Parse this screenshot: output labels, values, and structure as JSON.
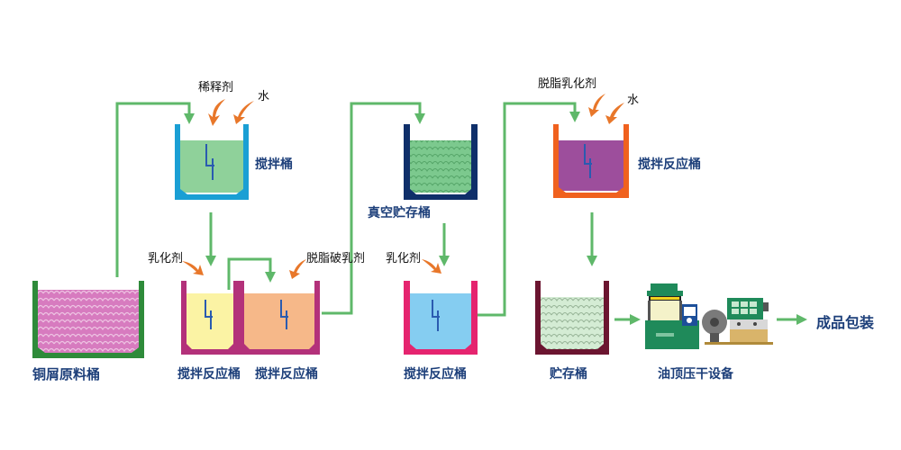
{
  "title": "铜屑处理工艺流程图",
  "colors": {
    "flow_arrow": "#5fb86a",
    "input_arrow": "#e8772a",
    "label_text": "#1d3f7a"
  },
  "tanks": {
    "raw": {
      "label": "铜屑原料桶",
      "wall": "#2e8b3a",
      "fill": "#d77bbf"
    },
    "mix": {
      "label": "搅拌桶",
      "wall": "#1a9fd4",
      "fill": "#8fd19a"
    },
    "react1": {
      "label": "搅拌反应桶",
      "wall": "#b3317a",
      "fill": "#fbf3a4"
    },
    "react2": {
      "label": "搅拌反应桶",
      "wall": "#b3317a",
      "fill": "#f6b889"
    },
    "vacuum": {
      "label": "真空贮存桶",
      "wall": "#0f2f6a",
      "fill": "#7cc98e"
    },
    "react3": {
      "label": "搅拌反应桶",
      "wall": "#e5246f",
      "fill": "#85cdf1"
    },
    "react4": {
      "label": "搅拌反应桶",
      "wall": "#f0611e",
      "fill": "#9d4e9c"
    },
    "storage": {
      "label": "贮存桶",
      "wall": "#6b1530",
      "fill": "#d4ecd4"
    }
  },
  "inputs": {
    "diluent": "稀释剂",
    "water1": "水",
    "emulsifier1": "乳化剂",
    "degrease_break": "脱脂破乳剂",
    "emulsifier2": "乳化剂",
    "degrease_emulsifier": "脱脂乳化剂",
    "water2": "水"
  },
  "equipment": {
    "label": "油顶压干设备"
  },
  "final": {
    "label": "成品包装"
  }
}
